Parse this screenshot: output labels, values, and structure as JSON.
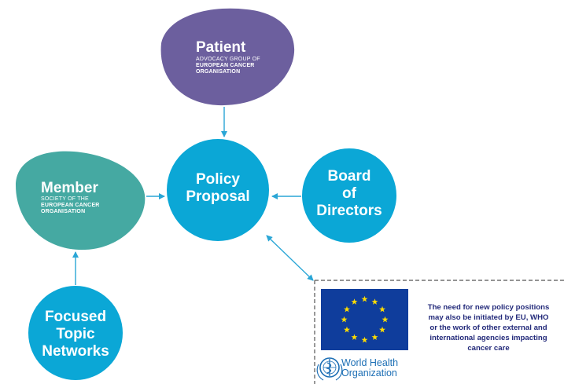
{
  "nodes": {
    "patient": {
      "title": "Patient",
      "sub_line1": "ADVOCACY GROUP OF",
      "sub_line2": "EUROPEAN CANCER",
      "sub_line3": "ORGANISATION",
      "color": "#6c5f9e"
    },
    "member": {
      "title": "Member",
      "sub_line1": "SOCIETY OF THE",
      "sub_line2": "EUROPEAN CANCER",
      "sub_line3": "ORGANISATION",
      "color": "#45a9a2"
    },
    "policy": {
      "line1": "Policy",
      "line2": "Proposal",
      "color": "#0ba7d6"
    },
    "board": {
      "line1": "Board",
      "line2": "of",
      "line3": "Directors",
      "color": "#0ba7d6"
    },
    "focused": {
      "line1": "Focused",
      "line2": "Topic",
      "line3": "Networks",
      "color": "#0ba7d6"
    }
  },
  "external": {
    "note_line1": "The need for new policy positions",
    "note_line2": "may also be initiated by EU, WHO",
    "note_line3": "or  the work of other external and",
    "note_line4": "international agencies impacting",
    "note_line5": "cancer care",
    "who_line1": "World Health",
    "who_line2": "Organization",
    "eu_flag_color": "#0f3d9c",
    "eu_star_color": "#ffdd00",
    "who_color": "#1d6fb5",
    "note_color": "#232a7a"
  },
  "arrows": {
    "color": "#2aa6d6"
  }
}
